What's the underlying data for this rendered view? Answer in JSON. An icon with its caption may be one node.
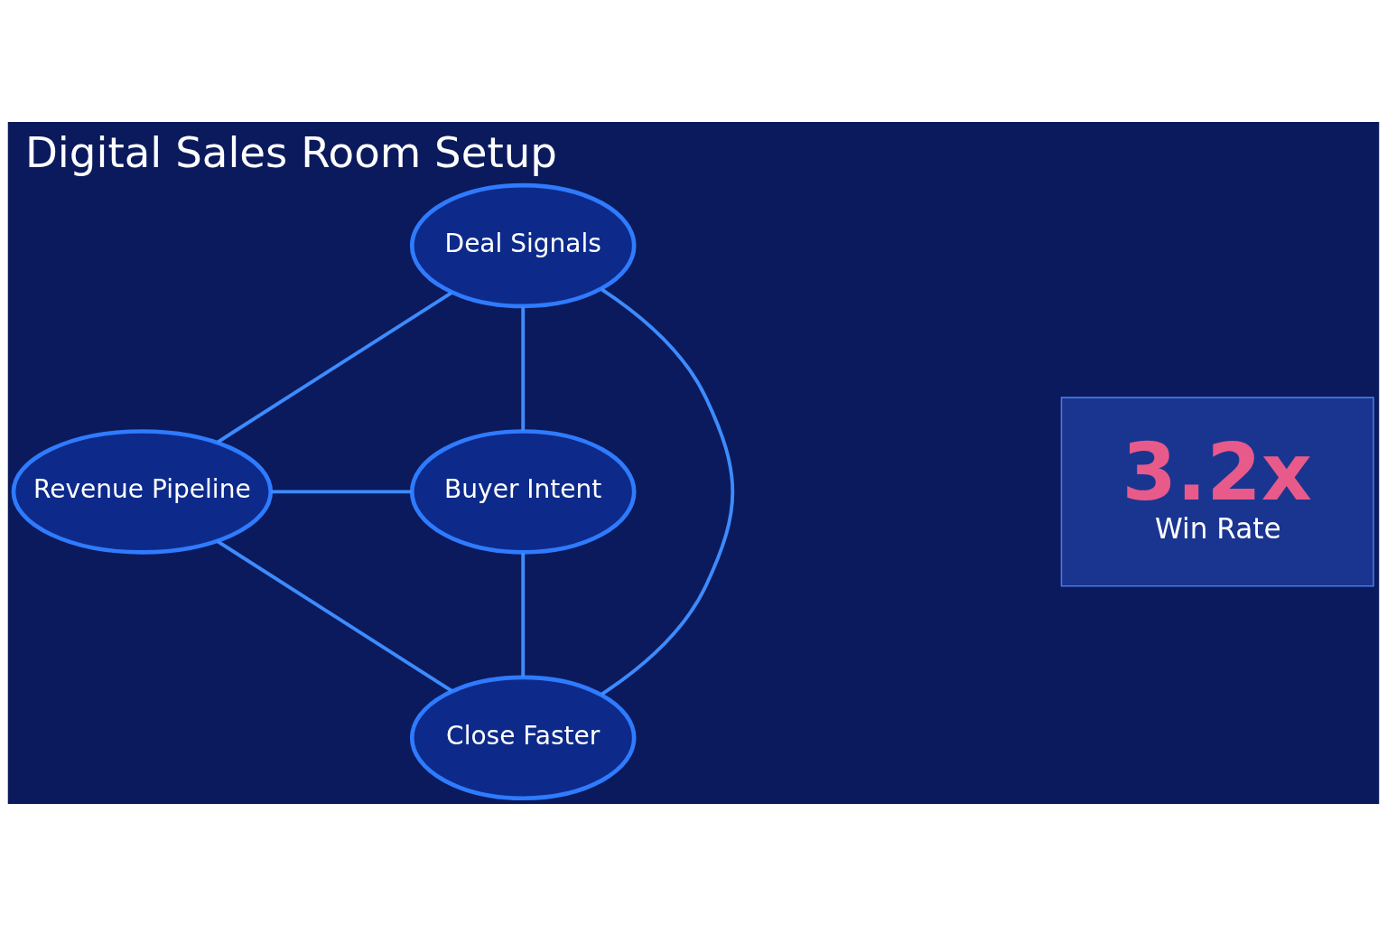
{
  "diagram": {
    "title": "Digital Sales Room Setup",
    "nodes": [
      {
        "text": [
          "Deal Signals"
        ]
      },
      {
        "text": [
          "Revenue Pipeline"
        ]
      },
      {
        "text": [
          "Buyer Intent"
        ]
      },
      {
        "text": [
          "Close Faster"
        ]
      },
      {
        "text": [
          "3.2x",
          "Win Rate"
        ]
      }
    ],
    "edges": [
      {
        "from": 0,
        "to": 1,
        "arrow": "none"
      },
      {
        "from": 0,
        "to": 2,
        "arrow": "none"
      },
      {
        "from": 0,
        "to": 3,
        "arrow": "none"
      },
      {
        "from": 1,
        "to": 2,
        "arrow": "none"
      },
      {
        "from": 1,
        "to": 3,
        "arrow": "none"
      },
      {
        "from": 2,
        "to": 3,
        "arrow": "none"
      }
    ]
  }
}
